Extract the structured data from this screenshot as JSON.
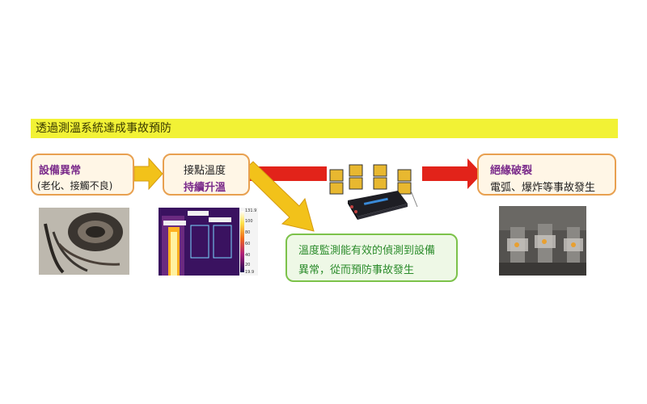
{
  "banner": {
    "text": "透過測溫系統達成事故預防"
  },
  "box_abnormal": {
    "title": "設備異常",
    "detail": "(老化、接觸不良)"
  },
  "box_contact_temp": {
    "line1": "接點溫度",
    "line2": "持續升溫"
  },
  "box_insulation": {
    "title": "絕緣破裂",
    "detail": "電弧、爆炸等事故發生"
  },
  "box_monitoring": {
    "line1": "溫度監測能有效的偵測到設備",
    "line2": "異常，從而預防事故發生"
  },
  "thermal": {
    "scale_max": "131.9",
    "scale_ticks": [
      "100",
      "80",
      "60",
      "40",
      "20"
    ],
    "scale_min": "19.9"
  },
  "colors": {
    "banner": "#f2f235",
    "box_border": "#e8a050",
    "box_fill": "#fff6e6",
    "purple_text": "#7a2a8a",
    "green_border": "#7cc24a",
    "green_text": "#2c8c2c",
    "red_arrow": "#e2231a",
    "yellow_arrow": "#f2c21a"
  }
}
